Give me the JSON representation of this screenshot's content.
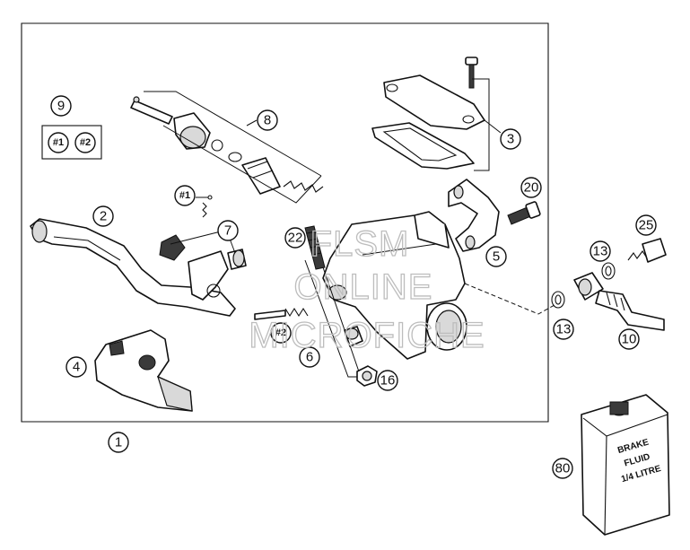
{
  "callouts": {
    "c1": "1",
    "c2": "2",
    "c3": "3",
    "c4": "4",
    "c5": "5",
    "c6": "6",
    "c7": "7",
    "c8": "8",
    "c9": "9",
    "c10": "10",
    "c13a": "13",
    "c13b": "13",
    "c16": "16",
    "c20": "20",
    "c22": "22",
    "c25": "25",
    "c80": "80"
  },
  "kit_markers": {
    "k1_box": "#1",
    "k2_box": "#2",
    "k1_part": "#1",
    "k2_part": "#2"
  },
  "watermark": [
    "FLSM",
    "ONLINE",
    "MICROFICHE"
  ],
  "brake_fluid_label": [
    "BRAKE",
    "FLUID",
    "1/4 LITRE"
  ]
}
